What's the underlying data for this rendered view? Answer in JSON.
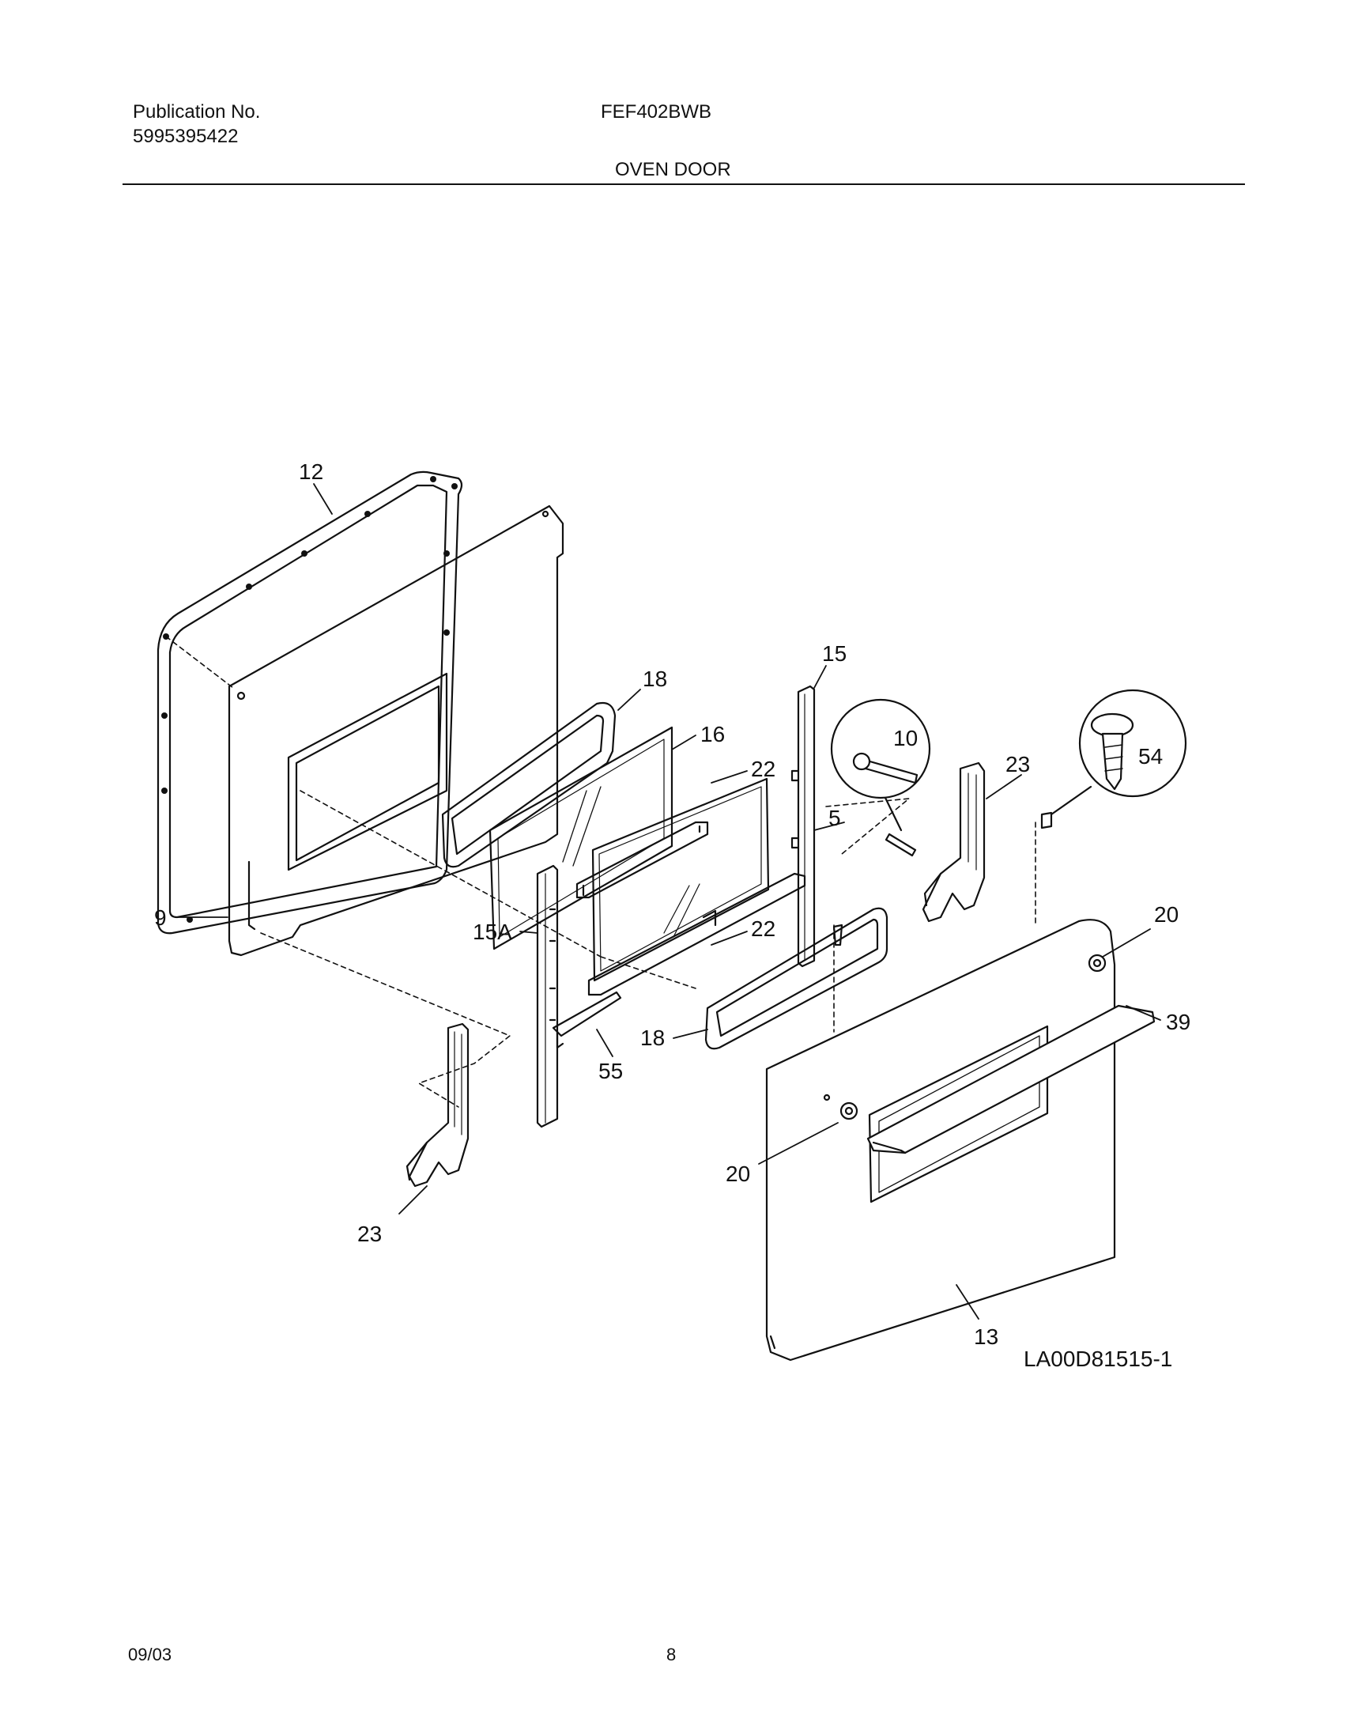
{
  "header": {
    "publication_label": "Publication No.",
    "publication_number": "5995395422",
    "model": "FEF402BWB",
    "section_title": "OVEN DOOR"
  },
  "diagram": {
    "drawing_id": "LA00D81515-1",
    "callouts": {
      "c12": "12",
      "c9": "9",
      "c18a": "18",
      "c16": "16",
      "c22a": "22",
      "c15": "15",
      "c10": "10",
      "c54": "54",
      "c23a": "23",
      "c5": "5",
      "c22b": "22",
      "c15a": "15A",
      "c20a": "20",
      "c39": "39",
      "c18b": "18",
      "c55": "55",
      "c20b": "20",
      "c23b": "23",
      "c13": "13"
    }
  },
  "footer": {
    "date": "09/03",
    "page": "8"
  }
}
